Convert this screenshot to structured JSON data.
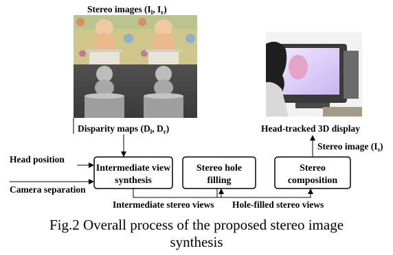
{
  "images": {
    "stereo_label": "Stereo images (I",
    "stereo_sub_l": "l",
    "stereo_sep": ", I",
    "stereo_sub_r": "r",
    "stereo_close": ")",
    "disparity_label": "Disparity maps (D",
    "disparity_sub_l": "l",
    "disparity_sep": ", D",
    "disparity_sub_r": "r",
    "disparity_close": ")",
    "display_label": "Head-tracked 3D display"
  },
  "inputs": {
    "head_position": "Head position",
    "camera_separation": "Camera separation"
  },
  "boxes": {
    "intermediate_line1": "Intermediate view",
    "intermediate_line2": "synthesis",
    "hole_line1": "Stereo hole",
    "hole_line2": "filling",
    "composition_line1": "Stereo",
    "composition_line2": "composition"
  },
  "flows": {
    "intermediate_views": "Intermediate stereo views",
    "hole_filled_views": "Hole-filled stereo views",
    "stereo_image": "Stereo image (I",
    "stereo_image_sub": "s",
    "stereo_image_close": ")"
  },
  "caption": {
    "line1": "Fig.2 Overall process of the proposed stereo image",
    "line2": "synthesis"
  }
}
